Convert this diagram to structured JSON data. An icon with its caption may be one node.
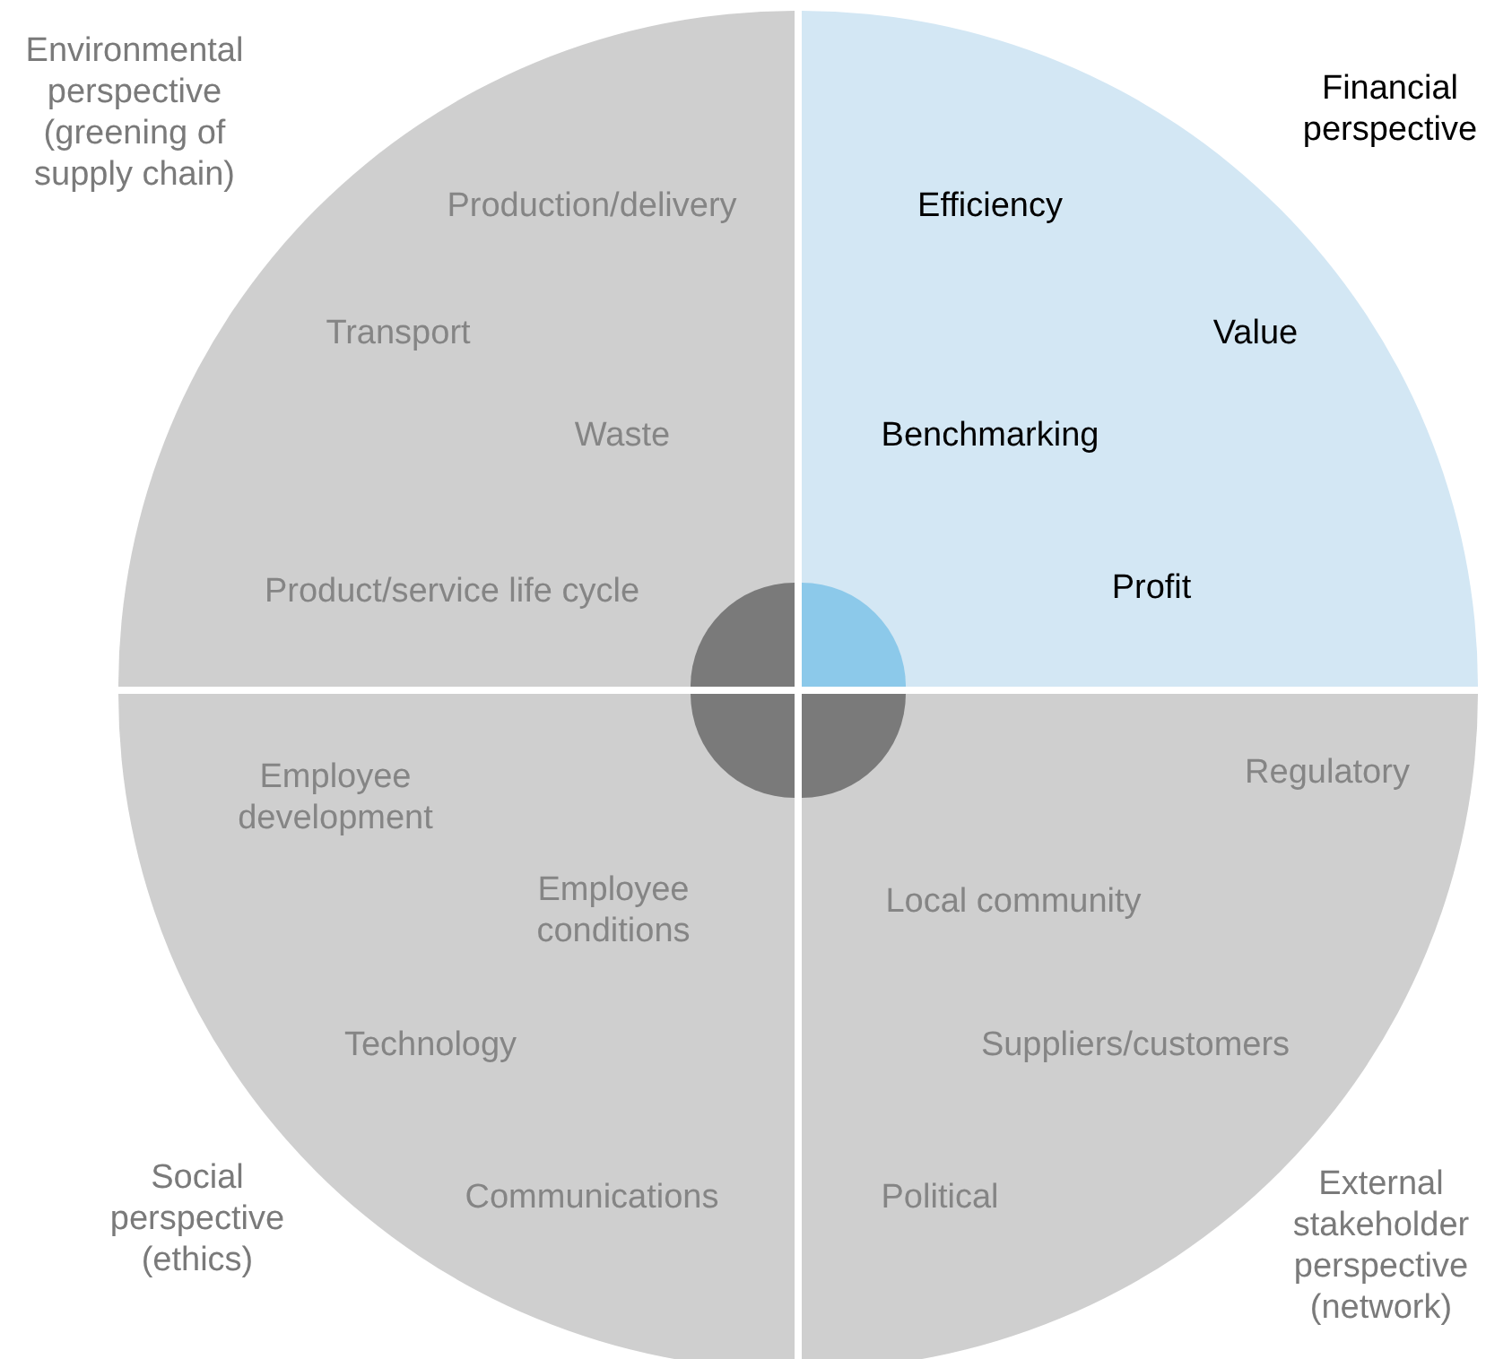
{
  "diagram": {
    "nodes": [
      {
        "text": [
          "Environmental perspective (greening of supply chain)",
          "Production/delivery",
          "Transport",
          "Waste",
          "Product/service life cycle"
        ]
      },
      {
        "text": [
          "Financial perspective",
          "Efficiency",
          "Value",
          "Benchmarking",
          "Profit"
        ]
      },
      {
        "text": [
          "Employee development",
          "Employee conditions",
          "Technology",
          "Communications",
          "Social perspective (ethics)"
        ]
      },
      {
        "text": [
          "Regulatory",
          "Local community",
          "Suppliers/customers",
          "Political",
          "External stakeholder perspective (network)"
        ]
      },
      {
        "text": [],
        "shape": "circle"
      }
    ]
  }
}
